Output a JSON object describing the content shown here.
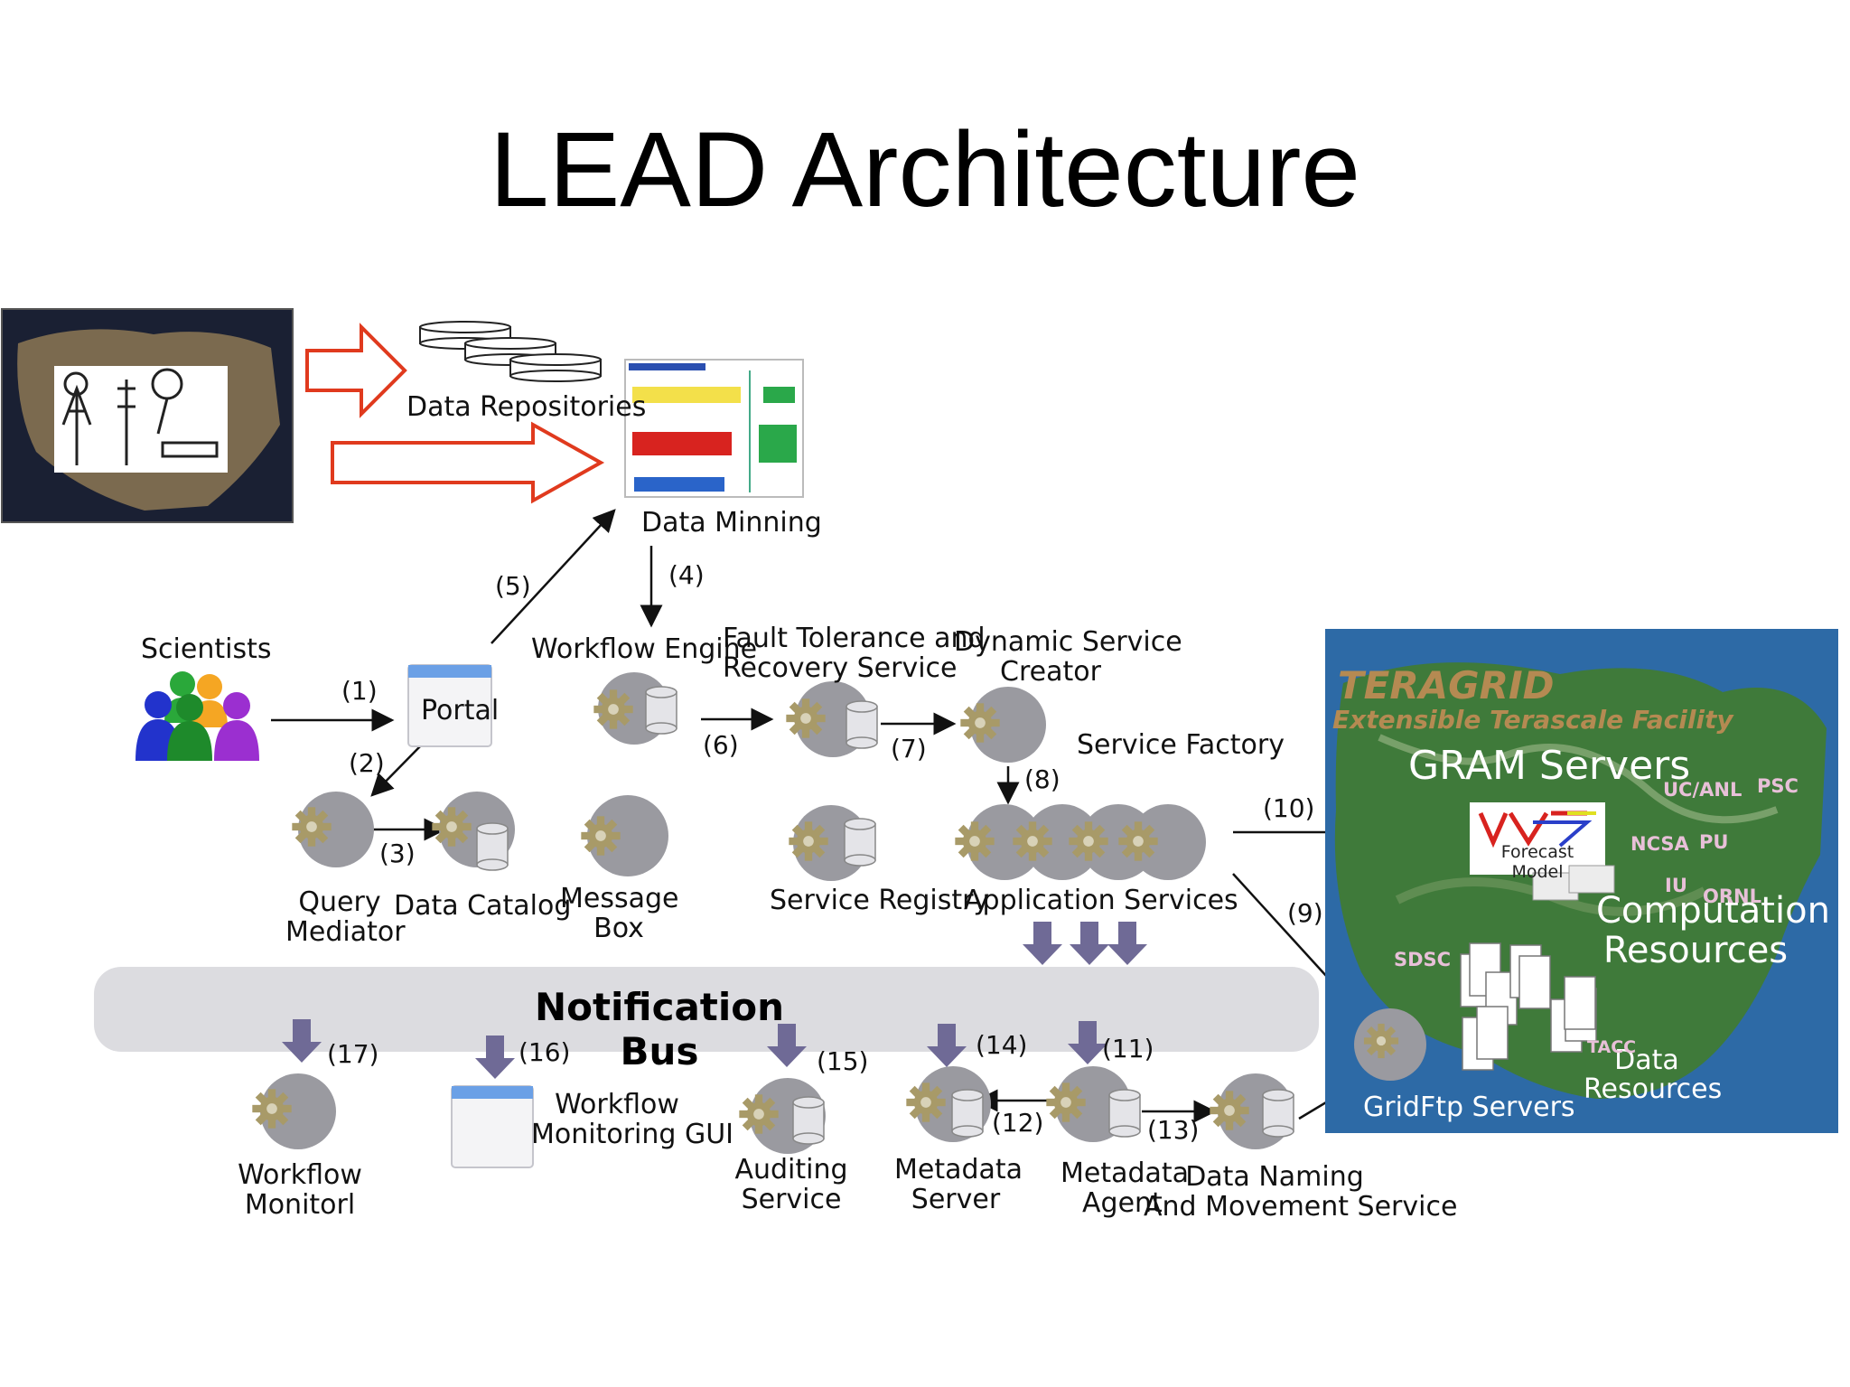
{
  "title": "LEAD Architecture",
  "labels": {
    "data_repositories": "Data Repositories",
    "data_mining": "Data Minning",
    "scientists": "Scientists",
    "portal": "Portal",
    "workflow_engine": "Workflow Engine",
    "fault_tolerance": [
      "Fault Tolerance and",
      "Recovery Service"
    ],
    "dynamic_service": [
      "Dynamic Service",
      "Creator"
    ],
    "service_factory": "Service Factory",
    "query_mediator": [
      "Query",
      "Mediator"
    ],
    "data_catalog": "Data Catalog",
    "message_box": [
      "Message",
      "Box"
    ],
    "service_registry": "Service Registry",
    "application_services": "Application Services",
    "notification_bus": "Notification Bus",
    "workflow_monitor": [
      "Workflow",
      "Monitorl"
    ],
    "workflow_monitoring_gui": [
      "Workflow",
      "Monitoring GUI"
    ],
    "auditing_service": [
      "Auditing",
      "Service"
    ],
    "metadata_server": [
      "Metadata",
      "Server"
    ],
    "metadata_agent": [
      "Metadata",
      "Agent"
    ],
    "data_naming": [
      "Data Naming",
      "And Movement Service"
    ]
  },
  "steps": [
    "(1)",
    "(2)",
    "(3)",
    "(4)",
    "(5)",
    "(6)",
    "(7)",
    "(8)",
    "(9)",
    "(10)",
    "(11)",
    "(12)",
    "(13)",
    "(14)",
    "(15)",
    "(16)",
    "(17)"
  ],
  "teragrid": {
    "heading": "TERAGRID",
    "subheading": "Extensible Terascale Facility",
    "gram_servers": "GRAM Servers",
    "forecast_model": [
      "Forecast",
      "Model"
    ],
    "computation_resources": [
      "Computation",
      "Resources"
    ],
    "data_resources": [
      "Data",
      "Resources"
    ],
    "gridftp_servers": "GridFtp Servers",
    "sites": [
      "UC/ANL",
      "PSC",
      "NCSA",
      "PU",
      "IU",
      "ORNL",
      "SDSC",
      "TACC"
    ]
  },
  "colors": {
    "red_arrow": "#e03a1e",
    "bus": "#dcdce0",
    "gear_disk": "#9a9aa0",
    "purple_arrow": "#6f6a96"
  }
}
